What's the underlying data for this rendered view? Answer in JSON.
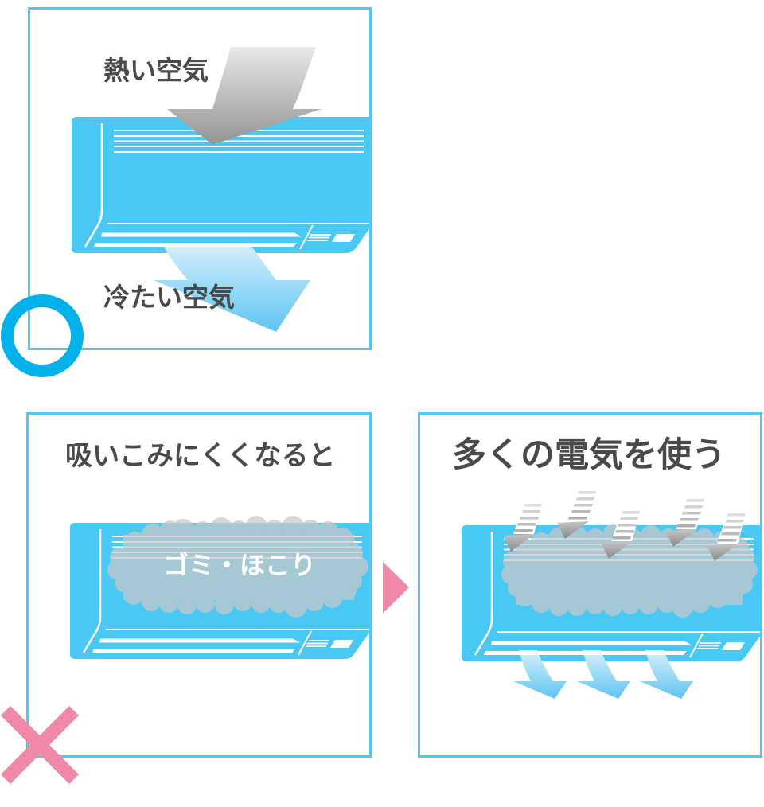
{
  "panels": {
    "good": {
      "hot_air_label": "熱い空気",
      "cold_air_label": "冷たい空気",
      "verdict_icon": "circle-good-icon"
    },
    "dirty": {
      "title": "吸いこみにくくなると",
      "dust_label": "ゴミ・ほこり",
      "verdict_icon": "cross-bad-icon"
    },
    "result": {
      "title": "多くの電気を使う"
    },
    "transition_icon": "triangle-arrow-right-icon"
  },
  "colors": {
    "panel_border": "#55c6ef",
    "ac_body": "#48c8f2",
    "good_mark": "#00b1ea",
    "bad_mark": "#f088a8",
    "label_text": "#4a4a4a",
    "dust_cloud": "#c9c9c9"
  }
}
